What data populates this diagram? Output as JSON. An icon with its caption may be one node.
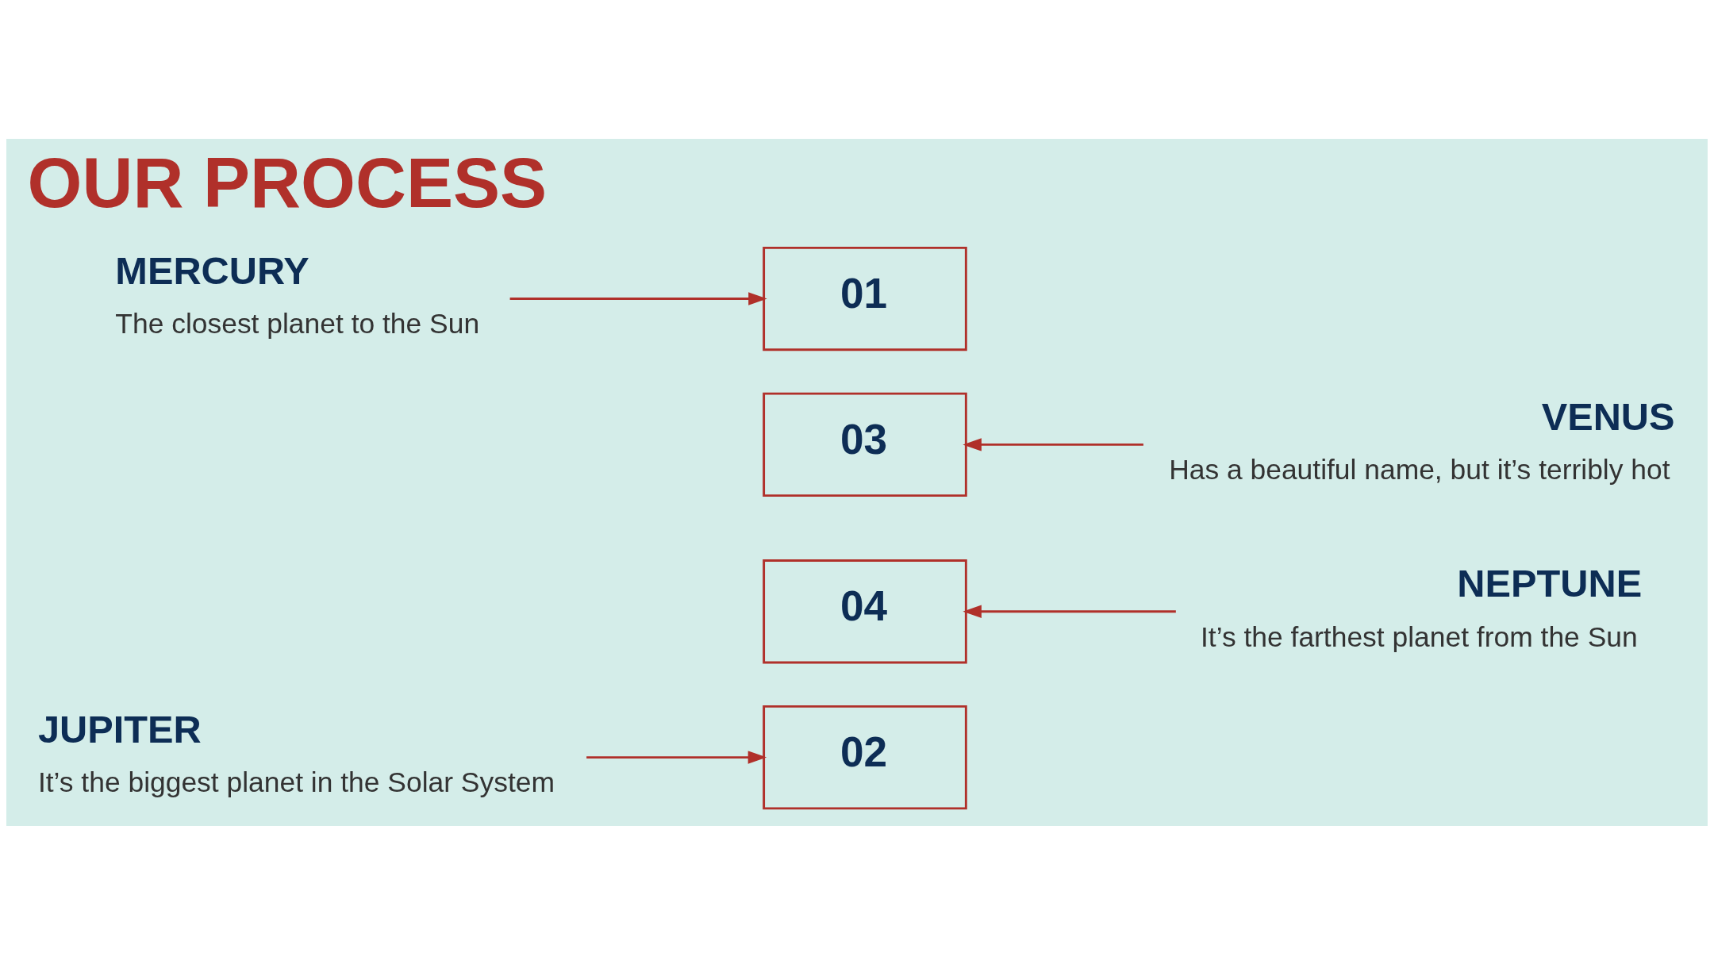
{
  "diagram": {
    "title": "OUR PROCESS",
    "nodes": [
      {
        "text": [
          "JUPITER",
          "It’s the biggest planet in the Solar System"
        ]
      },
      {
        "text": [
          "NEPTUNE",
          "It’s the farthest planet from the Sun"
        ]
      },
      {
        "text": [
          "04"
        ]
      },
      {
        "text": [
          "03"
        ]
      },
      {
        "text": [
          "02"
        ]
      },
      {
        "text": [
          "01"
        ]
      },
      {
        "text": [
          "MERCURY",
          "The closest planet to the Sun"
        ]
      },
      {
        "text": [
          "VENUS",
          "Has a beautiful name, but it’s terribly hot"
        ]
      }
    ],
    "edges": [
      {
        "from": 0,
        "to": 4,
        "arrow": "to"
      },
      {
        "from": 1,
        "to": 2,
        "arrow": "to"
      },
      {
        "from": 6,
        "to": 5,
        "arrow": "to"
      },
      {
        "from": 7,
        "to": 3,
        "arrow": "to"
      }
    ]
  }
}
